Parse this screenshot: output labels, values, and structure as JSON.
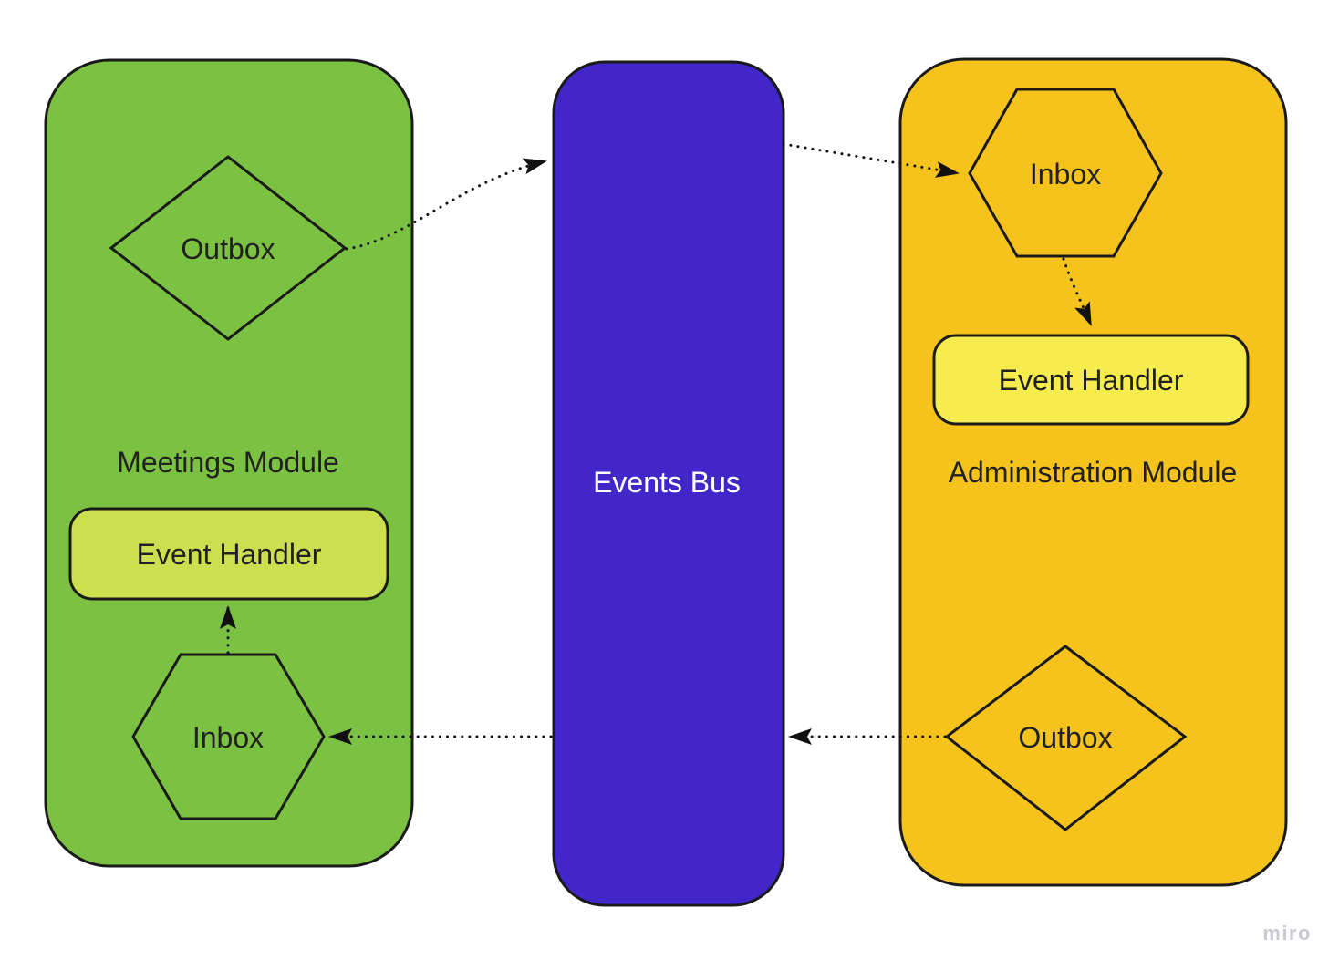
{
  "diagram": {
    "watermark": "miro",
    "meetings_module": {
      "title": "Meetings Module",
      "outbox": "Outbox",
      "inbox": "Inbox",
      "event_handler": "Event Handler"
    },
    "events_bus": {
      "title": "Events Bus"
    },
    "administration_module": {
      "title": "Administration Module",
      "inbox": "Inbox",
      "outbox": "Outbox",
      "event_handler": "Event Handler"
    },
    "colors": {
      "meetings_fill": "#7bc142",
      "meetings_handler_fill": "#cce04f",
      "bus_fill": "#4226c9",
      "admin_fill": "#f5c31c",
      "admin_handler_fill": "#f7ec4d",
      "stroke": "#1a1a1a",
      "label": "#212121",
      "bus_label": "#ffffff",
      "watermark": "#c9c9d6"
    }
  }
}
